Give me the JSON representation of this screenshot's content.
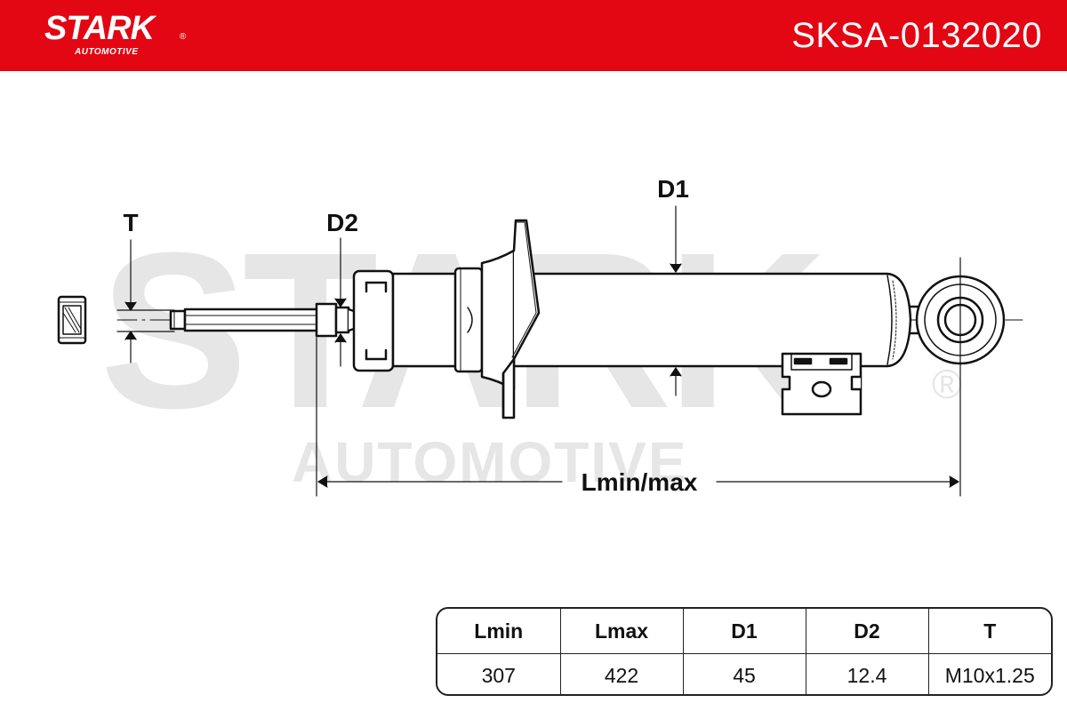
{
  "brand": {
    "name": "STARK",
    "registered": "®",
    "tagline": "AUTOMOTIVE"
  },
  "part_number": "SKSA-0132020",
  "watermark": {
    "main": "STARK",
    "sub": "AUTOMOTIVE",
    "registered": "®"
  },
  "diagram": {
    "labels": {
      "t": "T",
      "d2": "D2",
      "d1": "D1",
      "length": "Lmin/max"
    }
  },
  "specs": {
    "headers": [
      "Lmin",
      "Lmax",
      "D1",
      "D2",
      "T"
    ],
    "values": [
      "307",
      "422",
      "45",
      "12.4",
      "M10x1.25"
    ]
  },
  "colors": {
    "header_bg": "#e30613",
    "header_text": "#ffffff",
    "line": "#111111",
    "watermark": "#e6e6e6"
  }
}
